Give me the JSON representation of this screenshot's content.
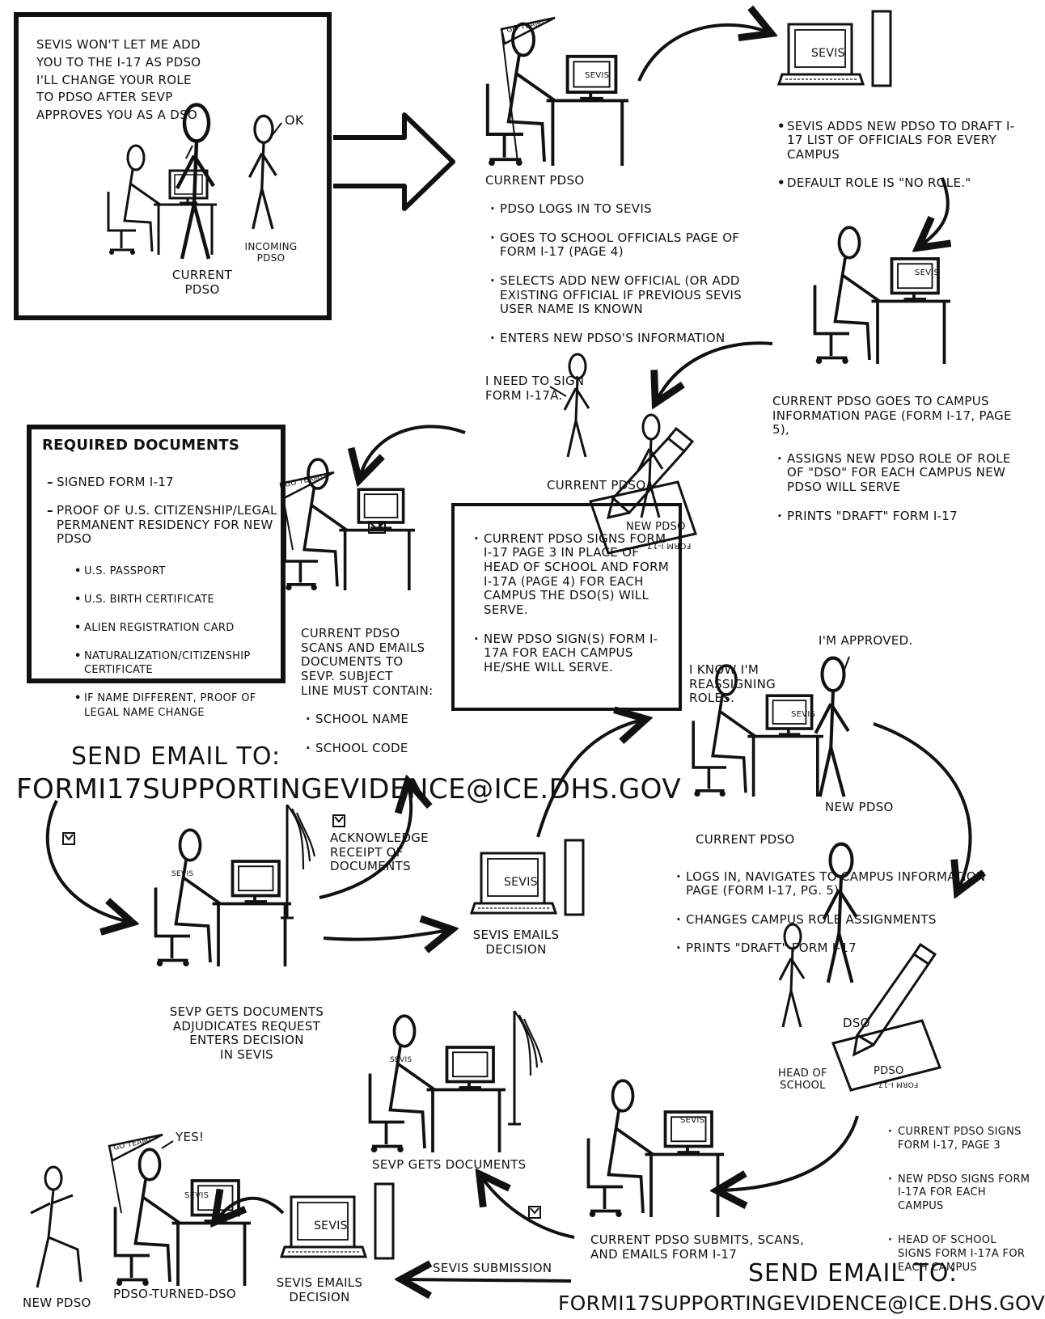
{
  "panel1": {
    "speech": "SEVIS WON'T LET ME ADD\nYOU TO THE I-17 AS PDSO\nI'LL CHANGE YOUR ROLE\nTO PDSO AFTER SEVP\nAPPROVES YOU AS A DSO",
    "ok": "OK",
    "current_pdso": "CURRENT\nPDSO",
    "incoming_pdso": "INCOMING\nPDSO"
  },
  "pennant_text": "GO TEAM!",
  "sevis_label": "SEVIS",
  "step_add": {
    "title": "CURRENT PDSO",
    "bullets": [
      "PDSO LOGS IN TO SEVIS",
      "GOES TO SCHOOL OFFICIALS PAGE OF FORM I-17 (PAGE 4)",
      "SELECTS ADD NEW OFFICIAL (OR ADD EXISTING OFFICIAL IF PREVIOUS SEVIS USER NAME IS KNOWN",
      "ENTERS NEW PDSO'S INFORMATION"
    ]
  },
  "step_sevis_adds": {
    "bullets": [
      "SEVIS ADDS NEW PDSO TO DRAFT I-17 LIST OF OFFICIALS FOR EVERY CAMPUS",
      "DEFAULT ROLE IS \"NO ROLE.\""
    ]
  },
  "step_campus": {
    "text": "CURRENT PDSO GOES TO CAMPUS INFORMATION PAGE (FORM I-17, PAGE 5),",
    "bullets": [
      "ASSIGNS NEW PDSO ROLE OF ROLE OF \"DSO\" FOR EACH CAMPUS NEW PDSO WILL SERVE",
      "PRINTS \"DRAFT\" FORM I-17"
    ]
  },
  "step_sign": {
    "speech": "I NEED TO SIGN\nFORM I-17A.",
    "current_pdso": "CURRENT PDSO",
    "new_pdso": "NEW PDSO",
    "form_label": "FORM I-17",
    "bullets": [
      "CURRENT PDSO SIGNS FORM I-17 PAGE 3 IN PLACE OF HEAD OF SCHOOL AND FORM I-17A (PAGE 4) FOR EACH CAMPUS THE DSO(S) WILL SERVE.",
      "NEW PDSO SIGN(S) FORM I-17A FOR EACH CAMPUS HE/SHE WILL SERVE."
    ]
  },
  "required_docs": {
    "title": "REQUIRED DOCUMENTS",
    "items": [
      "SIGNED FORM I-17",
      "PROOF OF U.S. CITIZENSHIP/LEGAL PERMANENT RESIDENCY FOR NEW PDSO"
    ],
    "subitems": [
      "U.S. PASSPORT",
      "U.S. BIRTH CERTIFICATE",
      "ALIEN REGISTRATION CARD",
      "NATURALIZATION/CITIZENSHIP CERTIFICATE",
      "IF NAME DIFFERENT, PROOF OF LEGAL NAME CHANGE"
    ]
  },
  "step_scan": {
    "text": "CURRENT PDSO\nSCANS AND EMAILS\nDOCUMENTS TO\nSEVP. SUBJECT\nLINE MUST CONTAIN:",
    "bullets": [
      "SCHOOL NAME",
      "SCHOOL CODE"
    ]
  },
  "send_email_1": {
    "label": "SEND EMAIL TO:",
    "address": "FORMI17SUPPORTINGEVIDENCE@ICE.DHS.GOV"
  },
  "sevp_adjudicate": {
    "ack": "ACKNOWLEDGE\nRECEIPT OF\nDOCUMENTS",
    "text": "SEVP GETS DOCUMENTS\nADJUDICATES REQUEST\nENTERS DECISION\nIN SEVIS"
  },
  "sevis_emails_decision_1": "SEVIS EMAILS\nDECISION",
  "step_reassign": {
    "speech_current": "I KNOW I'M\nREASSIGNING\nROLES.",
    "speech_new": "I'M APPROVED.",
    "current_pdso": "CURRENT PDSO",
    "new_pdso": "NEW PDSO",
    "bullets": [
      "LOGS IN, NAVIGATES TO CAMPUS INFORMATION PAGE (FORM I-17, PG. 5)",
      "CHANGES CAMPUS ROLE ASSIGNMENTS",
      "PRINTS \"DRAFT\" FORM I-17"
    ]
  },
  "step_final_sign": {
    "dso": "DSO",
    "pdso": "PDSO",
    "head": "HEAD OF\nSCHOOL",
    "form_label": "FORM I-17",
    "bullets": [
      "CURRENT PDSO SIGNS FORM I-17, PAGE 3",
      "NEW PDSO SIGNS FORM I-17A FOR EACH CAMPUS",
      "HEAD OF SCHOOL SIGNS FORM I-17A FOR EACH CAMPUS"
    ]
  },
  "step_submit": {
    "text": "CURRENT PDSO SUBMITS, SCANS,\nAND EMAILS FORM I-17"
  },
  "send_email_2": {
    "label": "SEND EMAIL TO:",
    "address": "FORMI17SUPPORTINGEVIDENCE@ICE.DHS.GOV"
  },
  "sevp_gets_documents": "SEVP GETS DOCUMENTS",
  "sevis_submission": "SEVIS SUBMISSION",
  "sevis_emails_decision_2": "SEVIS EMAILS\nDECISION",
  "final": {
    "yes": "YES!",
    "new_pdso": "NEW PDSO",
    "pdso_turned_dso": "PDSO-TURNED-DSO"
  }
}
